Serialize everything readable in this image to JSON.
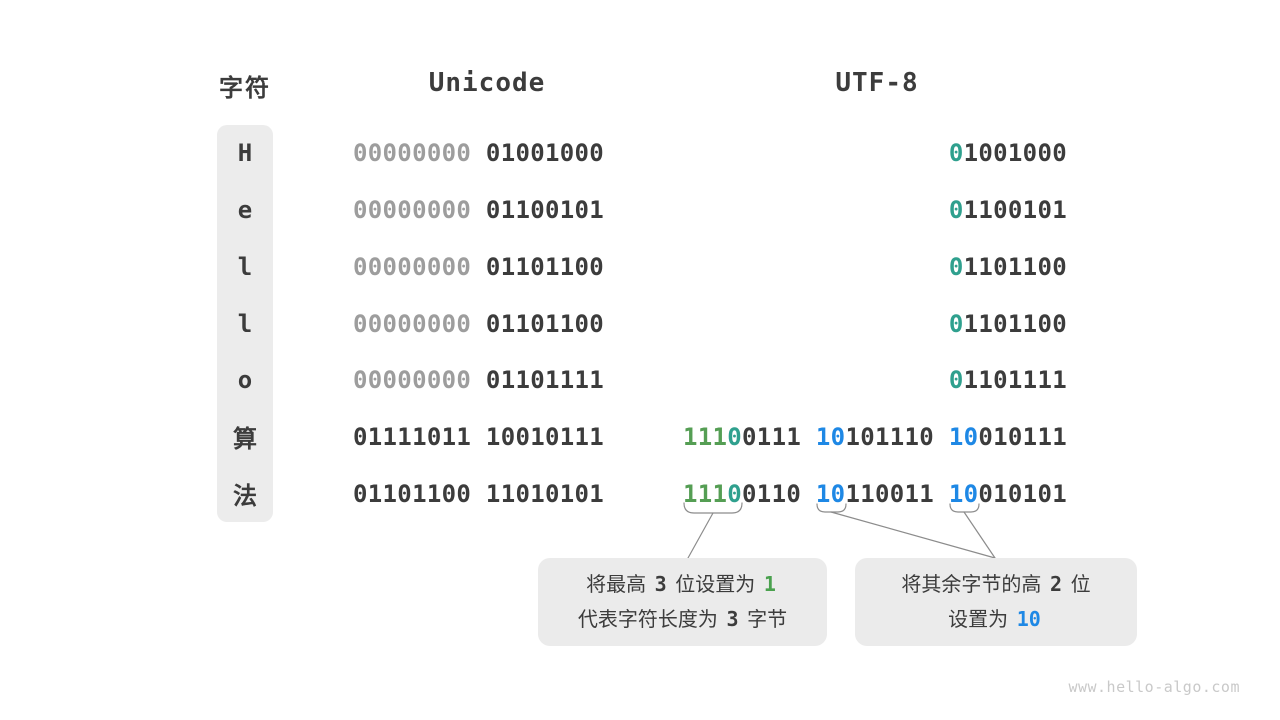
{
  "page": {
    "watermark": "www.hello-algo.com",
    "background": "#ffffff"
  },
  "headers": {
    "char": "字符",
    "unicode": "Unicode",
    "utf8": "UTF-8"
  },
  "colors": {
    "bit_green": "#559e54",
    "bit_teal": "#2fa08e",
    "bit_blue": "#1e88e5",
    "dim_gray": "#9d9d9d",
    "text_dark": "#3c3c3c",
    "panel_bg": "#ececec",
    "callout_bg": "#ebebeb"
  },
  "rows": [
    {
      "char": "H",
      "unicode": [
        {
          "t": "00000000",
          "c": "dim"
        },
        {
          "t": " 01001000",
          "c": "dark"
        }
      ],
      "utf8": [
        {
          "t": "0",
          "c": "teal"
        },
        {
          "t": "1001000",
          "c": "dark"
        }
      ]
    },
    {
      "char": "e",
      "unicode": [
        {
          "t": "00000000",
          "c": "dim"
        },
        {
          "t": " 01100101",
          "c": "dark"
        }
      ],
      "utf8": [
        {
          "t": "0",
          "c": "teal"
        },
        {
          "t": "1100101",
          "c": "dark"
        }
      ]
    },
    {
      "char": "l",
      "unicode": [
        {
          "t": "00000000",
          "c": "dim"
        },
        {
          "t": " 01101100",
          "c": "dark"
        }
      ],
      "utf8": [
        {
          "t": "0",
          "c": "teal"
        },
        {
          "t": "1101100",
          "c": "dark"
        }
      ]
    },
    {
      "char": "l",
      "unicode": [
        {
          "t": "00000000",
          "c": "dim"
        },
        {
          "t": " 01101100",
          "c": "dark"
        }
      ],
      "utf8": [
        {
          "t": "0",
          "c": "teal"
        },
        {
          "t": "1101100",
          "c": "dark"
        }
      ]
    },
    {
      "char": "o",
      "unicode": [
        {
          "t": "00000000",
          "c": "dim"
        },
        {
          "t": " 01101111",
          "c": "dark"
        }
      ],
      "utf8": [
        {
          "t": "0",
          "c": "teal"
        },
        {
          "t": "1101111",
          "c": "dark"
        }
      ]
    },
    {
      "char": "算",
      "unicode": [
        {
          "t": "01111011 10010111",
          "c": "dark"
        }
      ],
      "utf8": [
        {
          "t": "111",
          "c": "green"
        },
        {
          "t": "0",
          "c": "teal"
        },
        {
          "t": "0111 ",
          "c": "dark"
        },
        {
          "t": "10",
          "c": "blue"
        },
        {
          "t": "101110 ",
          "c": "dark"
        },
        {
          "t": "10",
          "c": "blue"
        },
        {
          "t": "010111",
          "c": "dark"
        }
      ]
    },
    {
      "char": "法",
      "unicode": [
        {
          "t": "01101100 11010101",
          "c": "dark"
        }
      ],
      "utf8": [
        {
          "t": "111",
          "c": "green"
        },
        {
          "t": "0",
          "c": "teal"
        },
        {
          "t": "0110 ",
          "c": "dark"
        },
        {
          "t": "10",
          "c": "blue"
        },
        {
          "t": "110011 ",
          "c": "dark"
        },
        {
          "t": "10",
          "c": "blue"
        },
        {
          "t": "010101",
          "c": "dark"
        }
      ]
    }
  ],
  "callouts": [
    {
      "lines": [
        [
          {
            "t": "将最高 ",
            "c": "plain"
          },
          {
            "t": "3",
            "c": "num"
          },
          {
            "t": " 位设置为 ",
            "c": "plain"
          },
          {
            "t": "1",
            "c": "num-green"
          }
        ],
        [
          {
            "t": "代表字符长度为 ",
            "c": "plain"
          },
          {
            "t": "3",
            "c": "num"
          },
          {
            "t": " 字节",
            "c": "plain"
          }
        ]
      ]
    },
    {
      "lines": [
        [
          {
            "t": "将其余字节的高 ",
            "c": "plain"
          },
          {
            "t": "2",
            "c": "num"
          },
          {
            "t": " 位",
            "c": "plain"
          }
        ],
        [
          {
            "t": "设置为 ",
            "c": "plain"
          },
          {
            "t": "10",
            "c": "num-blue"
          }
        ]
      ]
    }
  ]
}
